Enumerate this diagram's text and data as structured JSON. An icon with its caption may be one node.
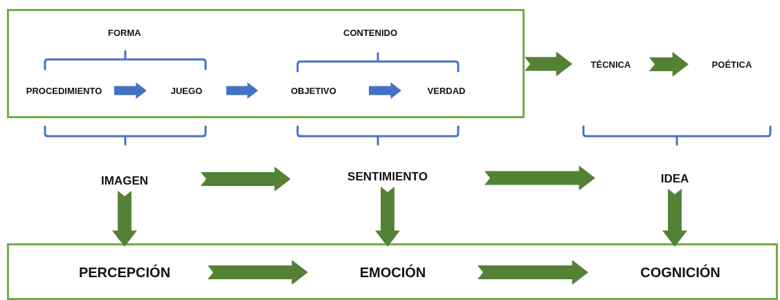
{
  "diagram": {
    "nodes": [
      {
        "text": [],
        "shape": "box"
      },
      {
        "text": [
          "PROCEDIMIENTO"
        ],
        "in": 0
      },
      {
        "text": [
          "JUEGO"
        ],
        "in": 0
      },
      {
        "text": [
          "OBJETIVO"
        ],
        "in": 0
      },
      {
        "text": [
          "VERDAD"
        ],
        "in": 0
      },
      {
        "text": [
          "TÉCNICA"
        ]
      },
      {
        "text": [
          "POÉTICA"
        ]
      },
      {
        "text": [
          "IMAGEN"
        ]
      },
      {
        "text": [
          "SENTIMIENTO"
        ]
      },
      {
        "text": [
          "IDEA"
        ]
      },
      {
        "text": [],
        "shape": "box"
      },
      {
        "text": [
          "PERCEPCIÓN"
        ],
        "in": 10
      },
      {
        "text": [
          "EMOCIÓN"
        ],
        "in": 10
      },
      {
        "text": [
          "COGNICIÓN"
        ],
        "in": 10
      }
    ],
    "edges": [
      {
        "from": 1,
        "to": 2,
        "arrow": "to",
        "color": "#4472c4"
      },
      {
        "from": 2,
        "to": 3,
        "arrow": "to",
        "color": "#4472c4"
      },
      {
        "from": 3,
        "to": 4,
        "arrow": "to",
        "color": "#4472c4"
      },
      {
        "from": 0,
        "to": 5,
        "arrow": "to"
      },
      {
        "from": 5,
        "to": 6,
        "arrow": "to"
      },
      {
        "from": 7,
        "to": 8,
        "arrow": "to"
      },
      {
        "from": 8,
        "to": 9,
        "arrow": "to"
      },
      {
        "from": 7,
        "to": 11,
        "arrow": "to"
      },
      {
        "from": 8,
        "to": 12,
        "arrow": "to"
      },
      {
        "from": 9,
        "to": 13,
        "arrow": "to"
      },
      {
        "from": 11,
        "to": 12,
        "arrow": "to"
      },
      {
        "from": 12,
        "to": 13,
        "arrow": "to"
      }
    ],
    "labels": [
      "FORMA",
      "CONTENIDO"
    ]
  }
}
